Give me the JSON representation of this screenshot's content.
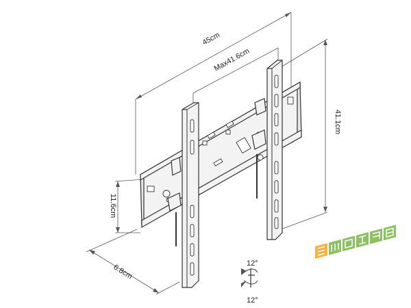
{
  "dimensions": {
    "width_total": "45cm",
    "width_max": "Max41.6cm",
    "height_total": "41.1cm",
    "height_rail": "11.6cm",
    "depth": "6.8cm"
  },
  "tilt": {
    "up": "12°",
    "down": "12°"
  },
  "colors": {
    "line": "#333333",
    "fill": "#f3f3f3",
    "logo_green": "#7ab648",
    "logo_orange": "#f5a623"
  }
}
